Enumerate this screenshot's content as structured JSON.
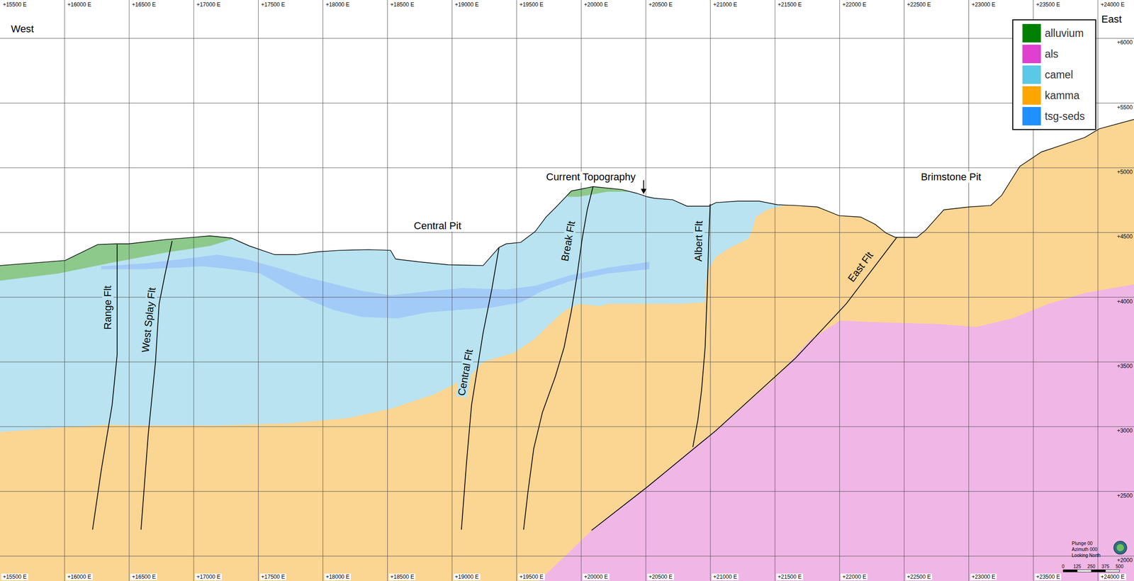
{
  "diagram": {
    "labels": [
      "+15500 E",
      "+16000 E",
      "+16500 E",
      "+17000 E",
      "+17500 E",
      "+18000 E",
      "+18500 E",
      "+19000 E",
      "+19500 E",
      "+20000 E",
      "+20500 E",
      "+21000 E",
      "+21500 E",
      "+22000 E",
      "+22500 E",
      "+23000 E",
      "+23500 E",
      "+24000 E",
      "+15500 E",
      "+16000 E",
      "+16500 E",
      "+17000 E",
      "+17500 E",
      "+18000 E",
      "+18500 E",
      "+19000 E",
      "+19500 E",
      "+20000 E",
      "+20500 E",
      "+21000 E",
      "+21500 E",
      "+22000 E",
      "+22500 E",
      "+23000 E",
      "+23500 E",
      "+24000 E",
      "+6000",
      "+5500",
      "+5000",
      "+4500",
      "+4000",
      "+3500",
      "+3000",
      "+2500",
      "+2000",
      "West",
      "East",
      "Current Topography",
      "Central Pit",
      "Brimstone Pit",
      "Range Flt",
      "West Splay Flt",
      "Central Flt",
      "Break Flt",
      "Albert Flt",
      "East Flt",
      "Plunge 00",
      "Azimuth 000",
      "Looking North",
      "0",
      "125",
      "250",
      "375",
      "500"
    ],
    "legend": [
      {
        "text": "alluvium",
        "color": "#008000"
      },
      {
        "text": "als",
        "color": "#e040d0"
      },
      {
        "text": "camel",
        "color": "#5bc8e6"
      },
      {
        "text": "kamma",
        "color": "#ffa500"
      },
      {
        "text": "tsg-seds",
        "color": "#1e90ff"
      }
    ]
  }
}
